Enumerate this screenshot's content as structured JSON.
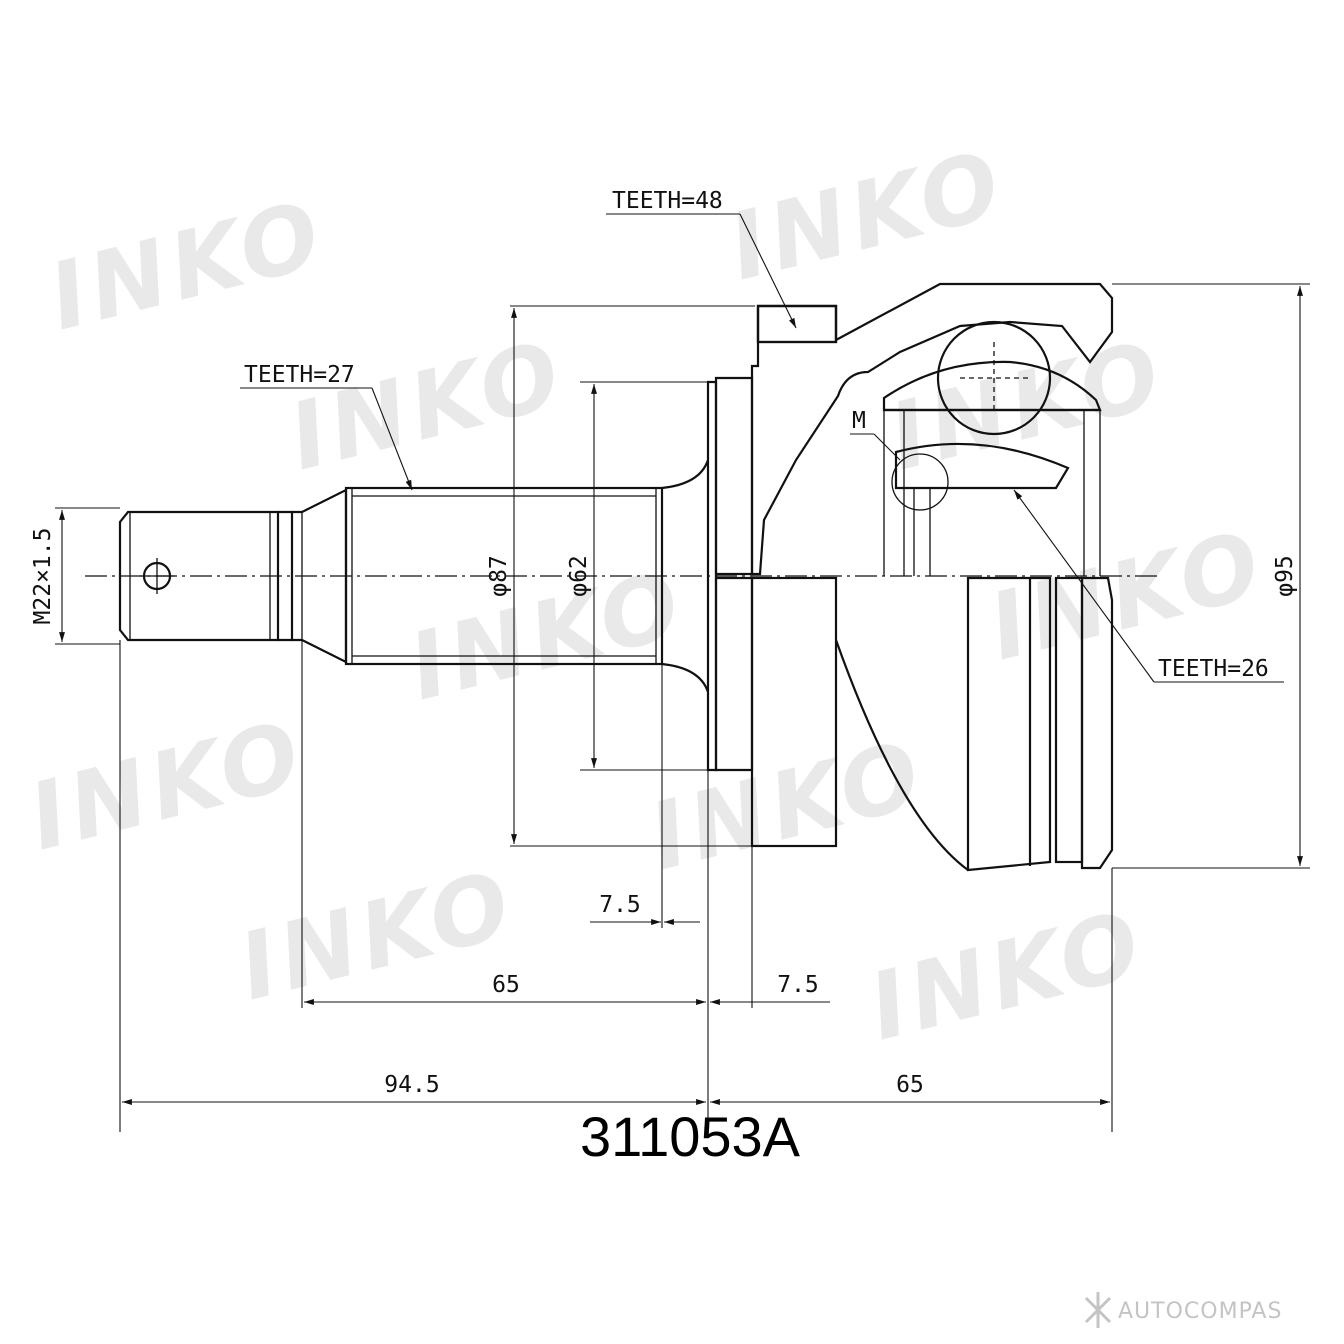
{
  "drawing": {
    "part_number": "311053A",
    "watermark_text": "INKO",
    "footer_brand": "AUTOCOMPAS",
    "labels": {
      "teeth_outer": "TEETH=48",
      "teeth_shaft": "TEETH=27",
      "teeth_inner": "TEETH=26",
      "thread": "M22×1.5",
      "detail_mark": "M"
    },
    "dimensions": {
      "dia_flange": "φ87",
      "dia_shoulder": "φ62",
      "dia_housing": "φ95",
      "step_small": "7.5",
      "shaft_length": "65",
      "ring_offset": "7.5",
      "overall_left": "94.5",
      "overall_right": "65"
    }
  }
}
